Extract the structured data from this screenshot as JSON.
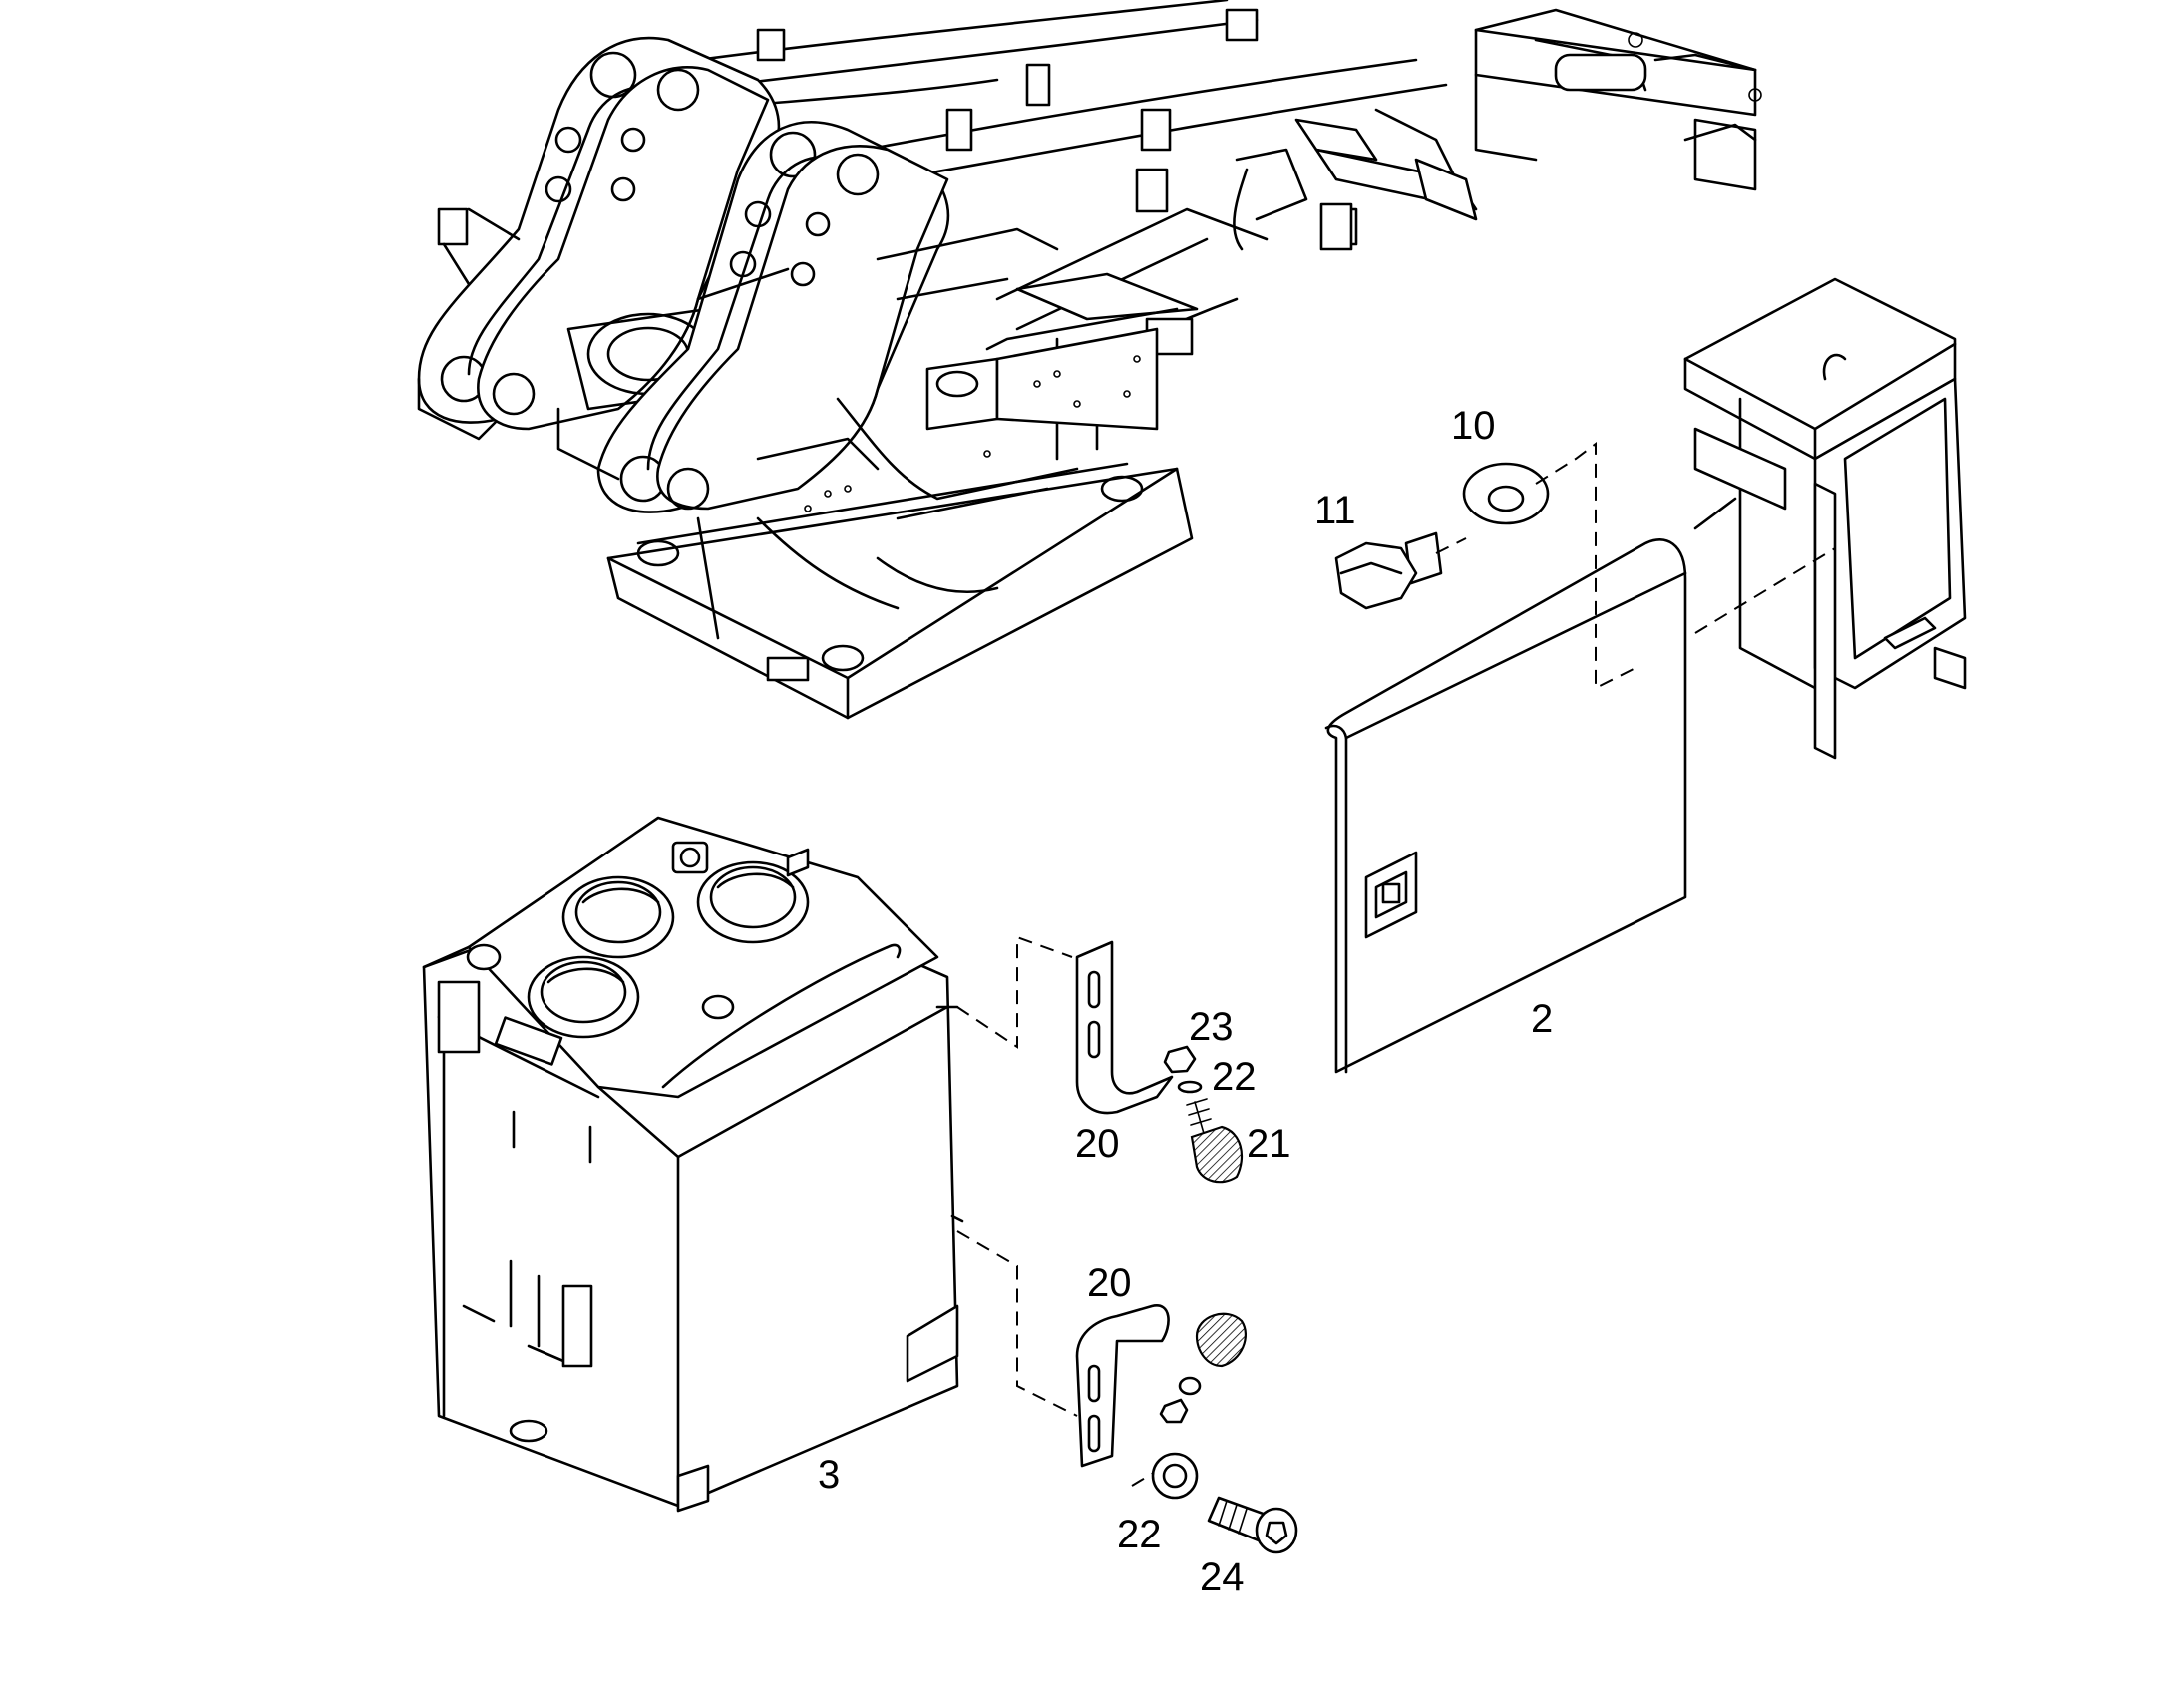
{
  "callouts": {
    "c2": "2",
    "c3": "3",
    "c10": "10",
    "c11": "11",
    "c20a": "20",
    "c20b": "20",
    "c21": "21",
    "c22a": "22",
    "c22b": "22",
    "c23": "23",
    "c24": "24"
  }
}
